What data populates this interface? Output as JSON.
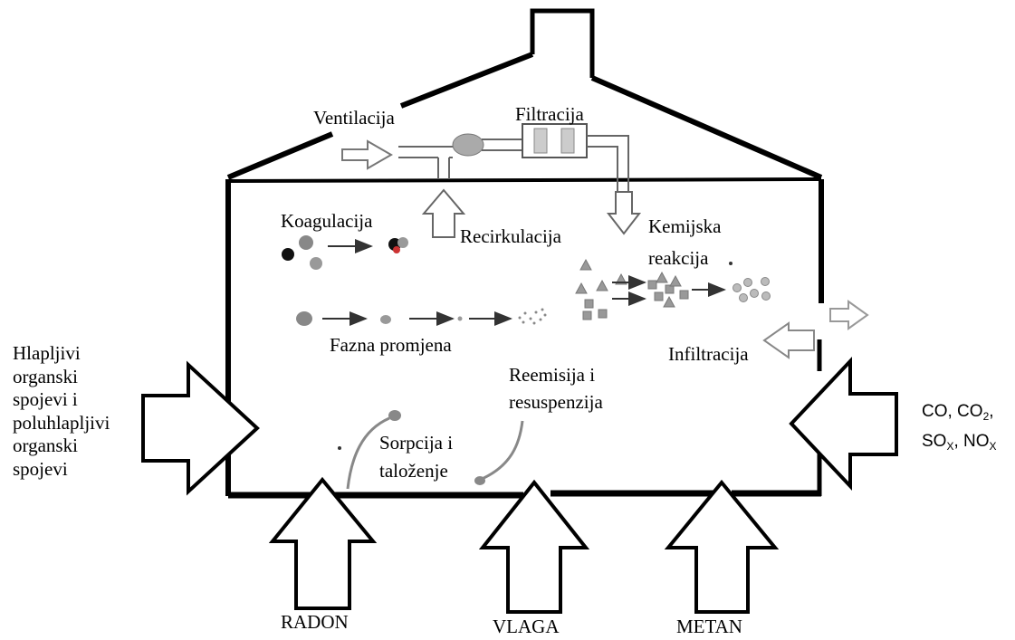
{
  "labels": {
    "ventilacija": "Ventilacija",
    "filtracija": "Filtracija",
    "koagulacija": "Koagulacija",
    "recirkulacija": "Recirkulacija",
    "kemijska_line1": "Kemijska",
    "kemijska_line2": "reakcija",
    "fazna_promjena": "Fazna promjena",
    "infiltracija": "Infiltracija",
    "reemisija_line1": "Reemisija i",
    "reemisija_line2": "resuspenzija",
    "sorpcija_line1": "Sorpcija i",
    "sorpcija_line2": "taloženje",
    "radon": "RADON",
    "vlaga": "VLAGA",
    "metan": "METAN"
  },
  "left_sources": [
    "Hlapljivi",
    "organski",
    "spojevi i",
    "poluhlapljivi",
    "organski",
    "spojevi"
  ],
  "right_gases": {
    "co": "CO, CO",
    "co2_sub": "2",
    "co_comma": ",",
    "so": "SO",
    "so_sub": "X",
    "no": ", NO",
    "no_sub": "X"
  }
}
